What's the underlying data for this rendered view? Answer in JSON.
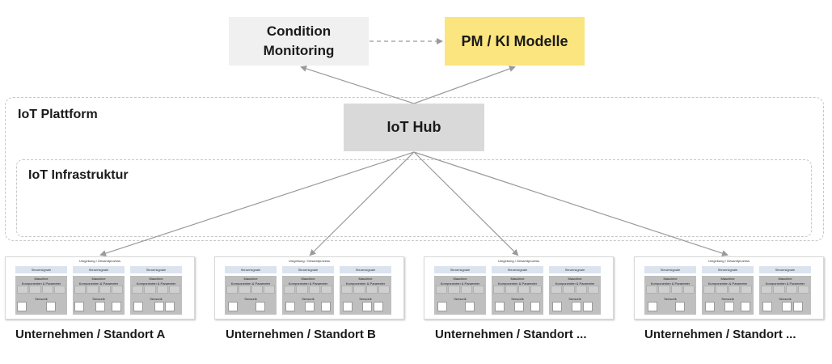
{
  "nodes": {
    "condition_monitoring": "Condition\nMonitoring",
    "condition_monitoring_line1": "Condition",
    "condition_monitoring_line2": "Monitoring",
    "pm_ki": "PM / KI Modelle",
    "iot_hub": "IoT Hub"
  },
  "regions": {
    "plattform": "IoT Plattform",
    "infrastruktur": "IoT Infrastruktur"
  },
  "site_template": {
    "header": "Umgebung / Gesamtprozess",
    "steuer": "Steuersignale",
    "machine": "Maschine",
    "components": "Komponenten & Parameter",
    "sensors": "Sensorik"
  },
  "sites": [
    {
      "label": "Unternehmen / Standort A"
    },
    {
      "label": "Unternehmen / Standort B"
    },
    {
      "label": "Unternehmen / Standort ..."
    },
    {
      "label": "Unternehmen / Standort ..."
    }
  ],
  "colors": {
    "pm_fill": "#fbe57e",
    "cm_fill": "#f0f0f0",
    "hub_fill": "#d9d9d9",
    "edge": "#9a9a9a"
  }
}
